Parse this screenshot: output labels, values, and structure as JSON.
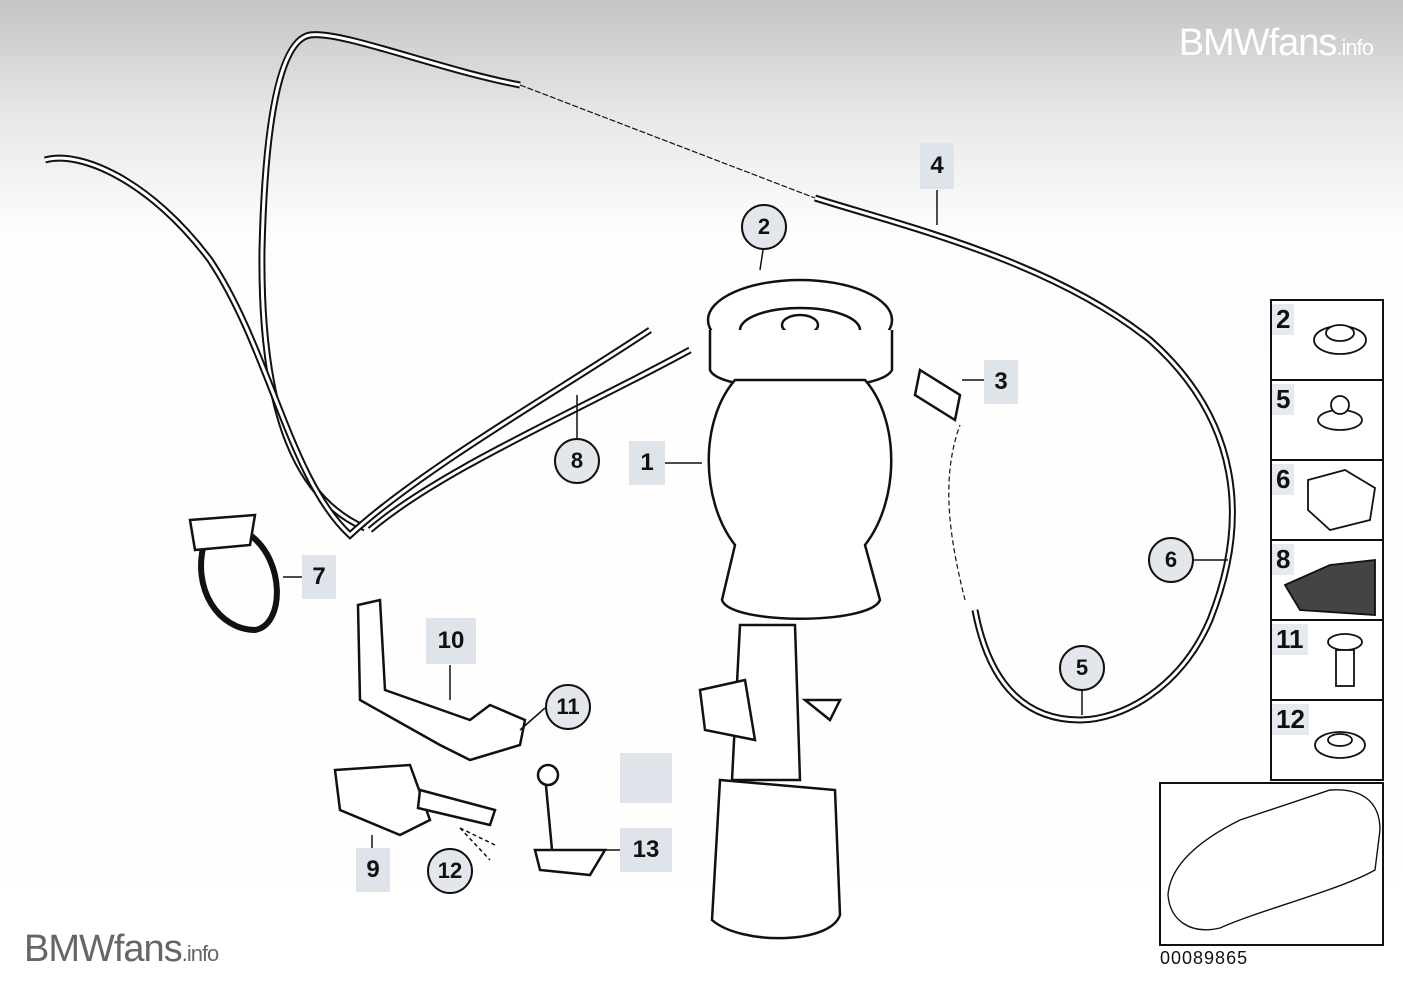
{
  "watermarks": {
    "top": "BMWfans",
    "top_suffix": ".info",
    "bottom": "BMWfans",
    "bottom_suffix": ".info"
  },
  "callouts": {
    "c1": "1",
    "c2": "2",
    "c3": "3",
    "c4": "4",
    "c5": "5",
    "c6": "6",
    "c7": "7",
    "c8": "8",
    "c9": "9",
    "c10": "10",
    "c11": "11",
    "c12": "12",
    "c13": "13",
    "blank": ""
  },
  "parts_panel": [
    "2",
    "5",
    "6",
    "8",
    "11",
    "12"
  ],
  "diagram_number": "00089865"
}
